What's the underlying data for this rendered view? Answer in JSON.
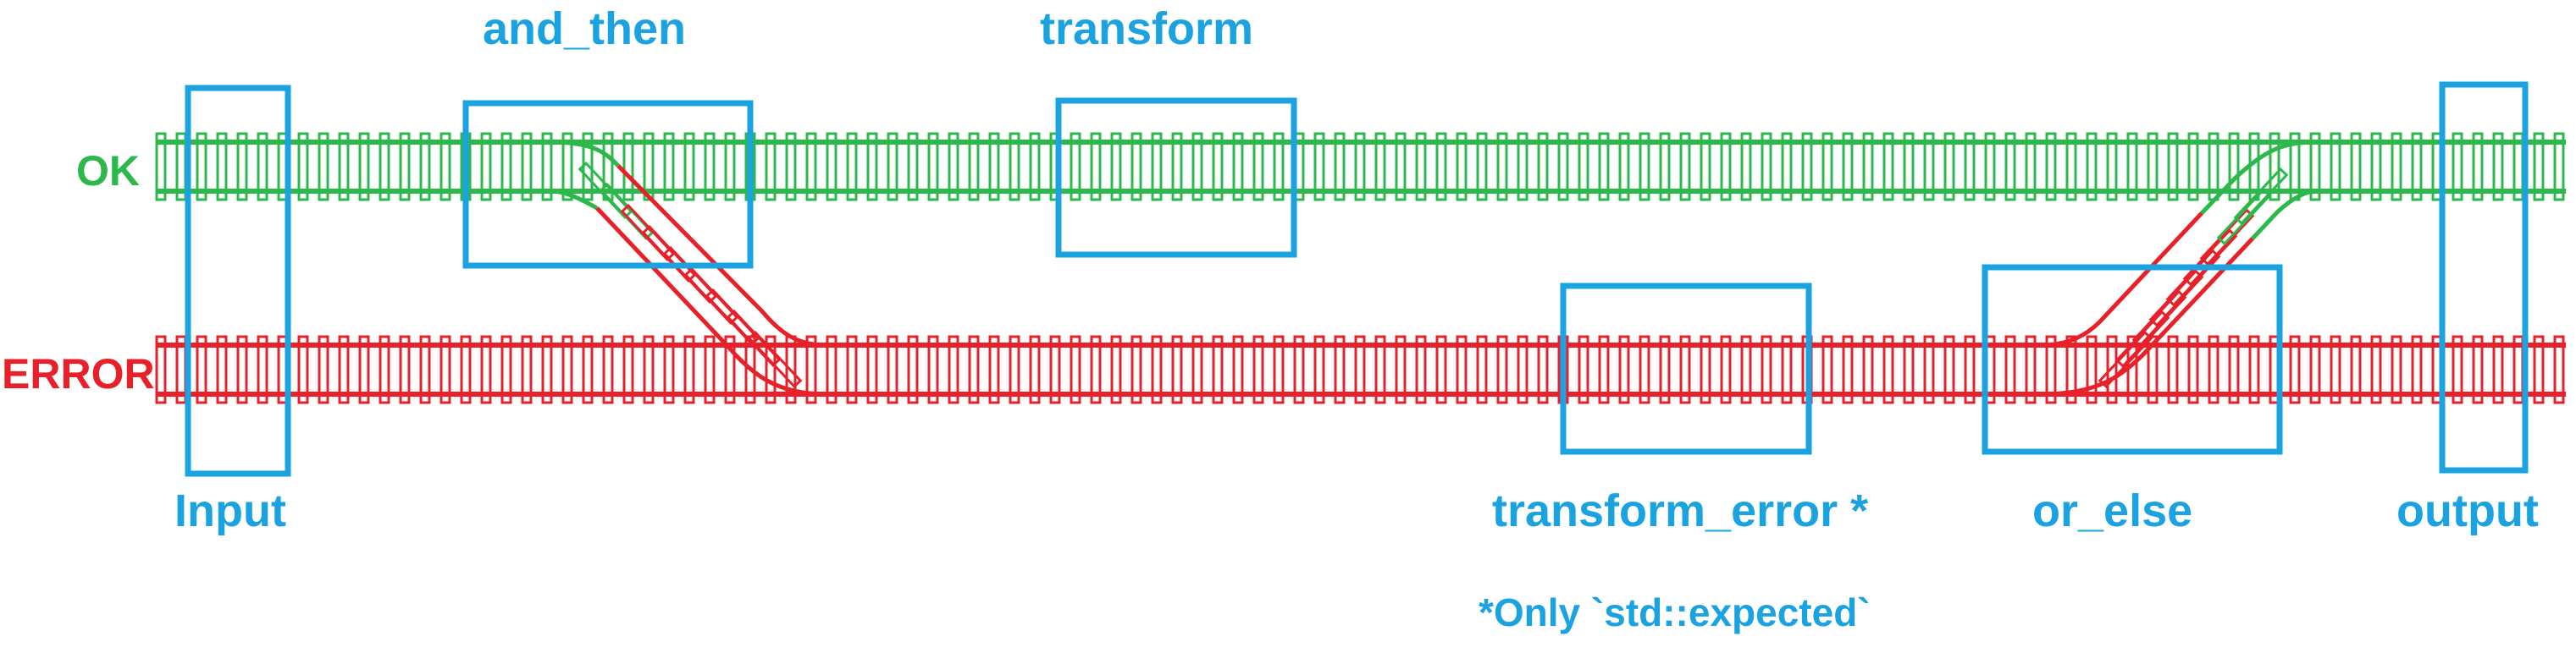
{
  "tracks": {
    "ok_label": "OK",
    "error_label": "ERROR"
  },
  "stages": {
    "input": "Input",
    "and_then": "and_then",
    "transform": "transform",
    "transform_error": "transform_error *",
    "or_else": "or_else",
    "output": "output"
  },
  "footnote": "*Only `std::expected`",
  "colors": {
    "ok": "#2db84b",
    "error": "#e8202a",
    "box": "#1aa3e0"
  }
}
